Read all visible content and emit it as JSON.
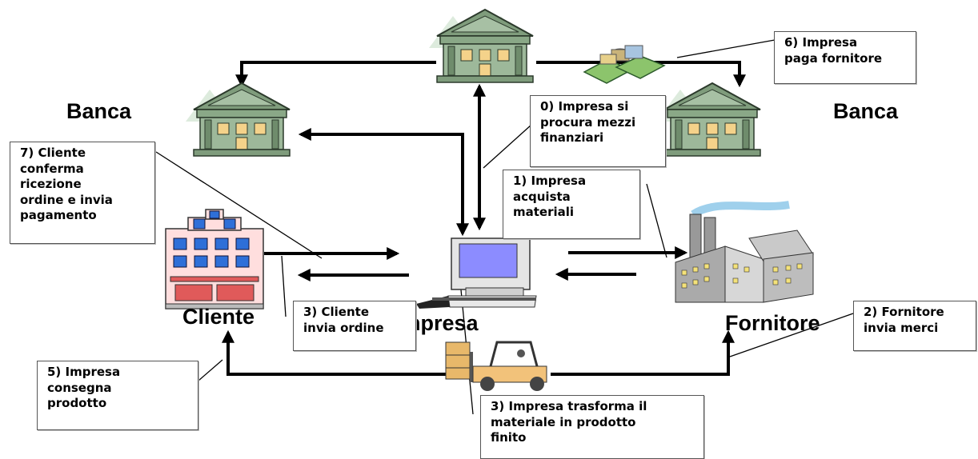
{
  "labels": {
    "banca_left": "Banca",
    "banca_right": "Banca",
    "cliente": "Cliente",
    "impresa": "Impresa",
    "fornitore": "Fornitore"
  },
  "steps": {
    "step0": "0) Impresa si\nprocura mezzi\nfinanziari",
    "step1": "1) Impresa\nacquista\nmateriali",
    "step2": "2) Fornitore\ninvia merci",
    "step3a": "3) Cliente\ninvia ordine",
    "step3b": "3) Impresa trasforma il\nmateriale in prodotto\nfinito",
    "step5": "5) Impresa\nconsegna\nprodotto",
    "step6": "6) Impresa\npaga fornitore",
    "step7": "7) Cliente\nconferma\nricezione\nordine e invia\npagamento"
  },
  "icons": [
    "bank-icon",
    "money-icon",
    "store-icon",
    "computer-icon",
    "factory-icon",
    "forklift-icon"
  ],
  "colors": {
    "bank_green": "#7f9c7c",
    "money_green": "#8cc46c",
    "store_red": "#e05a5a",
    "store_blue": "#2e6fd8",
    "screen_blue": "#8c8cff",
    "forklift_tan": "#e8b86a"
  }
}
